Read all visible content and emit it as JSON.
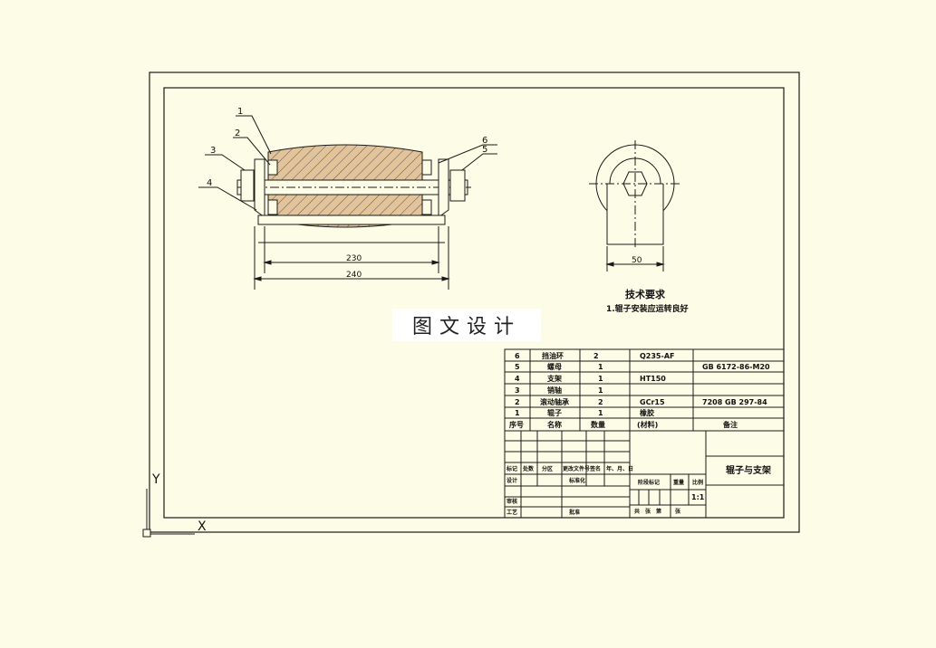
{
  "colors": {
    "background": "#fdfce6",
    "line": "#1a1a1a",
    "roller_fill": "#e3c49a"
  },
  "part_labels": [
    "1",
    "2",
    "3",
    "4",
    "6",
    "5"
  ],
  "dimensions": {
    "inner_length": "230",
    "overall_length": "240",
    "side_width": "50"
  },
  "tech_requirements": {
    "title": "技术要求",
    "item1": "1.辊子安装应运转良好"
  },
  "watermark": "图文设计",
  "bom": {
    "rows": [
      {
        "no": "6",
        "name": "挡油环",
        "qty": "2",
        "material": "Q235-AF",
        "note": ""
      },
      {
        "no": "5",
        "name": "螺母",
        "qty": "1",
        "material": "",
        "note": "GB 6172-86-M20"
      },
      {
        "no": "4",
        "name": "支架",
        "qty": "1",
        "material": "HT150",
        "note": ""
      },
      {
        "no": "3",
        "name": "销轴",
        "qty": "1",
        "material": "",
        "note": ""
      },
      {
        "no": "2",
        "name": "滚动轴承",
        "qty": "2",
        "material": "GCr15",
        "note": "7208 GB 297-84"
      },
      {
        "no": "1",
        "name": "辊子",
        "qty": "1",
        "material": "橡胶",
        "note": ""
      }
    ],
    "header": {
      "no": "序号",
      "name": "名称",
      "qty": "数量",
      "material": "(材料)",
      "note": "备注"
    }
  },
  "title_block": {
    "drawing_title": "辊子与支架",
    "scale": "1:1",
    "mark_col": "标记",
    "count_col": "处数",
    "zone_col": "分区",
    "change_doc_col": "更改文件号",
    "sign_col": "签名",
    "date_col": "年、月、日",
    "designer": "设计",
    "standardization": "标准化",
    "reviewer": "审核",
    "process": "工艺",
    "approve": "批准",
    "stage_mark": "阶段标记",
    "weight": "重量",
    "scale_label": "比例",
    "sheets_total": "共",
    "sheet_unit": "张",
    "sheet_no": "第",
    "sheet_unit2": "张"
  },
  "ucs": {
    "y_axis": "Y",
    "x_axis": "X"
  }
}
